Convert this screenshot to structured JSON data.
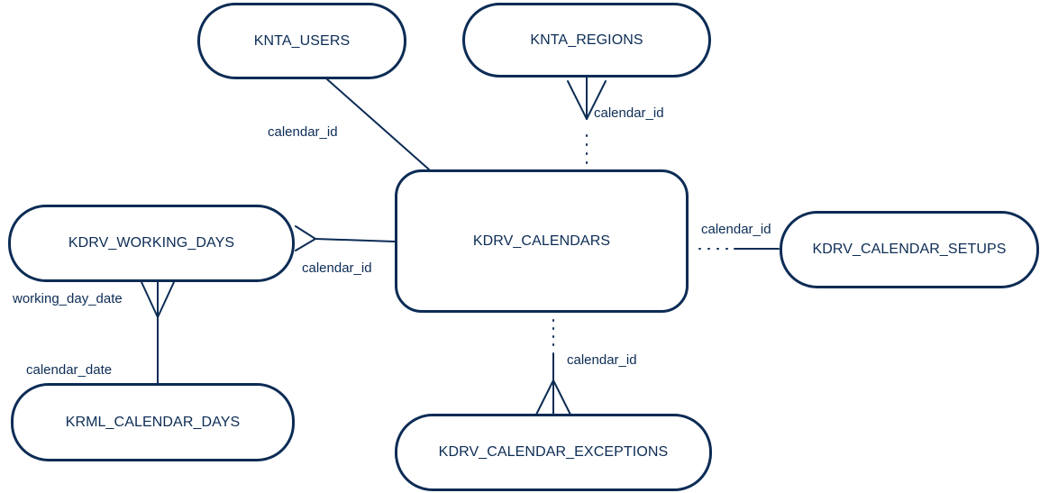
{
  "theme": {
    "line_color": "#0c2c55",
    "text_color": "#0c2c55",
    "background": "#ffffff"
  },
  "entities": {
    "knta_users": "KNTA_USERS",
    "knta_regions": "KNTA_REGIONS",
    "kdrv_working_days": "KDRV_WORKING_DAYS",
    "kdrv_calendars": "KDRV_CALENDARS",
    "kdrv_calendar_setups": "KDRV_CALENDAR_SETUPS",
    "krml_calendar_days": "KRML_CALENDAR_DAYS",
    "kdrv_calendar_exceptions": "KDRV_CALENDAR_EXCEPTIONS"
  },
  "relationships": {
    "users_calendars": "calendar_id",
    "regions_calendars": "calendar_id",
    "working_days_calendars": "calendar_id",
    "calendars_setups": "calendar_id",
    "calendars_exceptions": "calendar_id",
    "working_days_side": "working_day_date",
    "calendar_days_side": "calendar_date"
  }
}
